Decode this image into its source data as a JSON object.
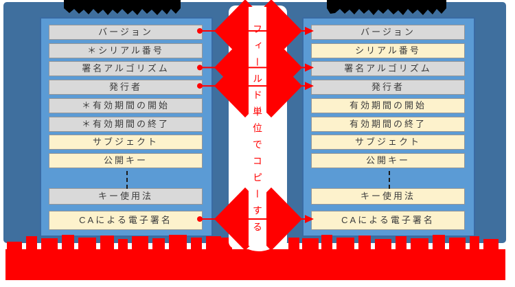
{
  "diagram_title_note": "certificate field copy diagram",
  "left_certificate": {
    "title_redacted": true,
    "rows": [
      {
        "label": "バージョン",
        "style": "gray"
      },
      {
        "label": "＊シリアル番号",
        "style": "gray"
      },
      {
        "label": "署名アルゴリズム",
        "style": "gray"
      },
      {
        "label": "発行者",
        "style": "gray"
      },
      {
        "label": "＊有効期間の開始",
        "style": "gray"
      },
      {
        "label": "＊有効期間の終了",
        "style": "gray"
      },
      {
        "label": "サブジェクト",
        "style": "cream"
      },
      {
        "label": "公開キー",
        "style": "cream"
      },
      {
        "label": "キー使用法",
        "style": "gray"
      },
      {
        "label": "CAによる電子署名",
        "style": "cream"
      }
    ]
  },
  "right_certificate": {
    "title_redacted": true,
    "rows": [
      {
        "label": "バージョン",
        "style": "gray"
      },
      {
        "label": "シリアル番号",
        "style": "cream"
      },
      {
        "label": "署名アルゴリズム",
        "style": "gray"
      },
      {
        "label": "発行者",
        "style": "gray"
      },
      {
        "label": "有効期間の開始",
        "style": "cream"
      },
      {
        "label": "有効期間の終了",
        "style": "cream"
      },
      {
        "label": "サブジェクト",
        "style": "cream"
      },
      {
        "label": "公開キー",
        "style": "cream"
      },
      {
        "label": "キー使用法",
        "style": "cream"
      },
      {
        "label": "CAによる電子署名",
        "style": "cream"
      }
    ]
  },
  "center_label": {
    "text": "フィールド単位でコピーする"
  },
  "copied_fields": [
    "バージョン",
    "署名アルゴリズム",
    "発行者",
    "CAによる電子署名"
  ],
  "redactions": {
    "top_banners": "black",
    "bottom_caption": "red"
  },
  "colors": {
    "background": "#3f6f9e",
    "panel": "#5b9bd5",
    "panel_border": "#3a6ba3",
    "row_gray": "#d9d9d9",
    "row_cream": "#fdf2cc",
    "accent_red": "#ff0000"
  }
}
